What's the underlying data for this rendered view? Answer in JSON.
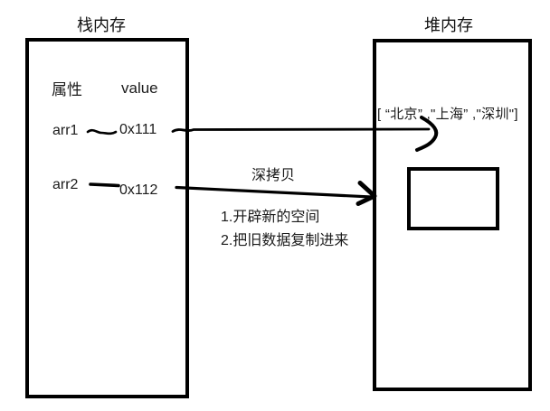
{
  "diagram": {
    "stack": {
      "title": "栈内存",
      "col_attr": "属性",
      "col_value": "value",
      "rows": [
        {
          "name": "arr1",
          "value": "0x111"
        },
        {
          "name": "arr2",
          "value": "0x112"
        }
      ]
    },
    "heap": {
      "title": "堆内存",
      "array_text": "[ “北京” ,\"上海” ,\"深圳\"]"
    },
    "copy": {
      "label": "深拷贝",
      "note1": "1.开辟新的空间",
      "note2": "2.把旧数据复制进来"
    },
    "colors": {
      "ink": "#000000",
      "background": "#ffffff"
    }
  }
}
